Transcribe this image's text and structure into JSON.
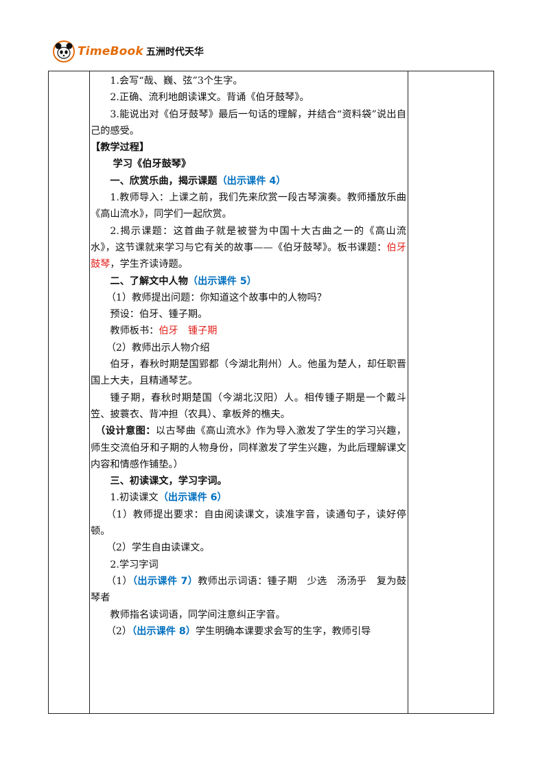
{
  "logo": {
    "brand": "TimeBook",
    "cn": "五洲时代天华"
  },
  "colors": {
    "blue": "#0070c0",
    "red": "#e0201b",
    "logo_orange": "#e46c0a"
  },
  "goals": [
    "1.会写“哉、巍、弦”3个生字。",
    "2.正确、流利地朗读课文。背诵《伯牙鼓琴》。",
    "3.能说出对《伯牙鼓琴》最后一句话的理解，并结合“资料袋”说出自己的感受。"
  ],
  "process_title": "【教学过程】",
  "lesson_title": "学习《伯牙鼓琴》",
  "s1": {
    "title": "一、欣赏乐曲，揭示课题",
    "tag": "（出示课件 4）"
  },
  "s1_p1": "1.教师导入：上课之前，我们先来欣赏一段古琴演奏。教师播放乐曲《高山流水》，同学们一起欣赏。",
  "s1_p2a": "2.揭示课题：这首曲子就是被誉为中国十大古曲之一的《高山流水》，这节课就来学习与它有关的故事——《伯牙鼓琴》。板书课题：",
  "s1_p2_red": "伯牙鼓琴",
  "s1_p2b": "，学生齐读诗题。",
  "s2": {
    "title": "二、了解文中人物",
    "tag": "（出示课件 5）"
  },
  "s2_q": "（1）教师提出问题：你知道这个故事中的人物吗？",
  "s2_pre": "预设：伯牙、锺子期。",
  "s2_board_label": "教师板书：",
  "s2_board_red": "伯牙　锺子期",
  "s2_intro": "（2）教师出示人物介绍",
  "s2_boya": "伯牙，春秋时期楚国郢都（今湖北荆州）人。他虽为楚人，却任职晋国上大夫，且精通琴艺。",
  "s2_zhong": "锺子期，春秋时期楚国（今湖北汉阳）人。相传锺子期是一个戴斗笠、披蓑衣、背冲担（农具）、拿板斧的樵夫。",
  "design": {
    "label": "（设计意图：",
    "text": "以古琴曲《高山流水》作为导入激发了学生的学习兴趣，师生交流伯牙和子期的人物身份，同样激发了学生兴趣，为此后理解课文内容和情感作铺垫。）"
  },
  "s3": {
    "title": "三、初读课文，学习字词。"
  },
  "s3_1": {
    "text": "1.初读课文",
    "tag": "（出示课件 6）"
  },
  "s3_1a": "（1）教师提出要求：自由阅读课文，读准字音，读通句子，读好停顿。",
  "s3_1b": "（2）学生自由读课文。",
  "s3_2": "2.学习字词",
  "s3_2a": {
    "prefix": "（1）",
    "tag": "（出示课件 7）",
    "text": "教师出示词语：锺子期　少选　汤汤乎　复为鼓琴者"
  },
  "s3_2b": "教师指名读词语，同学间注意纠正字音。",
  "s3_2c": {
    "prefix": "（2）",
    "tag": "（出示课件 8）",
    "text": "学生明确本课要求会写的生字，教师引导"
  }
}
